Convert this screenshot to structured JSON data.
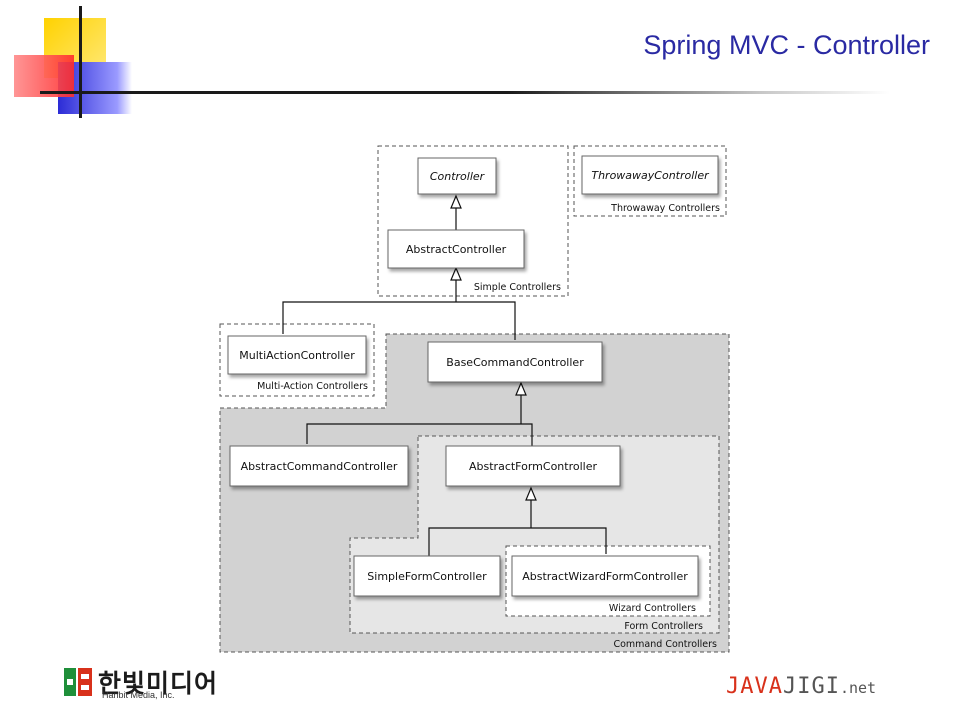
{
  "slide": {
    "title": "Spring MVC - Controller"
  },
  "diagram": {
    "nodes": {
      "controller": "Controller",
      "throwaway_controller": "ThrowawayController",
      "abstract_controller": "AbstractController",
      "multi_action_controller": "MultiActionController",
      "base_command_controller": "BaseCommandController",
      "abstract_command_controller": "AbstractCommandController",
      "abstract_form_controller": "AbstractFormController",
      "simple_form_controller": "SimpleFormController",
      "abstract_wizard_form_controller": "AbstractWizardFormController"
    },
    "groups": {
      "simple_controllers": "Simple Controllers",
      "throwaway_controllers": "Throwaway Controllers",
      "multi_action_controllers": "Multi-Action Controllers",
      "form_controllers": "Form Controllers",
      "wizard_controllers": "Wizard Controllers",
      "command_controllers": "Command Controllers"
    }
  },
  "footer": {
    "publisher_korean": "한빛미디어",
    "publisher_english": "Hanbit Media, Inc.",
    "site_java": "JAVA",
    "site_jigi": "JIGI",
    "site_net": ".net"
  },
  "colors": {
    "title": "#2a2aa3",
    "command_region": "#d2d2d2",
    "form_region": "#e6e6e6",
    "deco_yellow": "#ffd200",
    "deco_red": "#ff3b3b",
    "deco_blue": "#2b2bd6",
    "javajigi_red": "#d8311b"
  }
}
